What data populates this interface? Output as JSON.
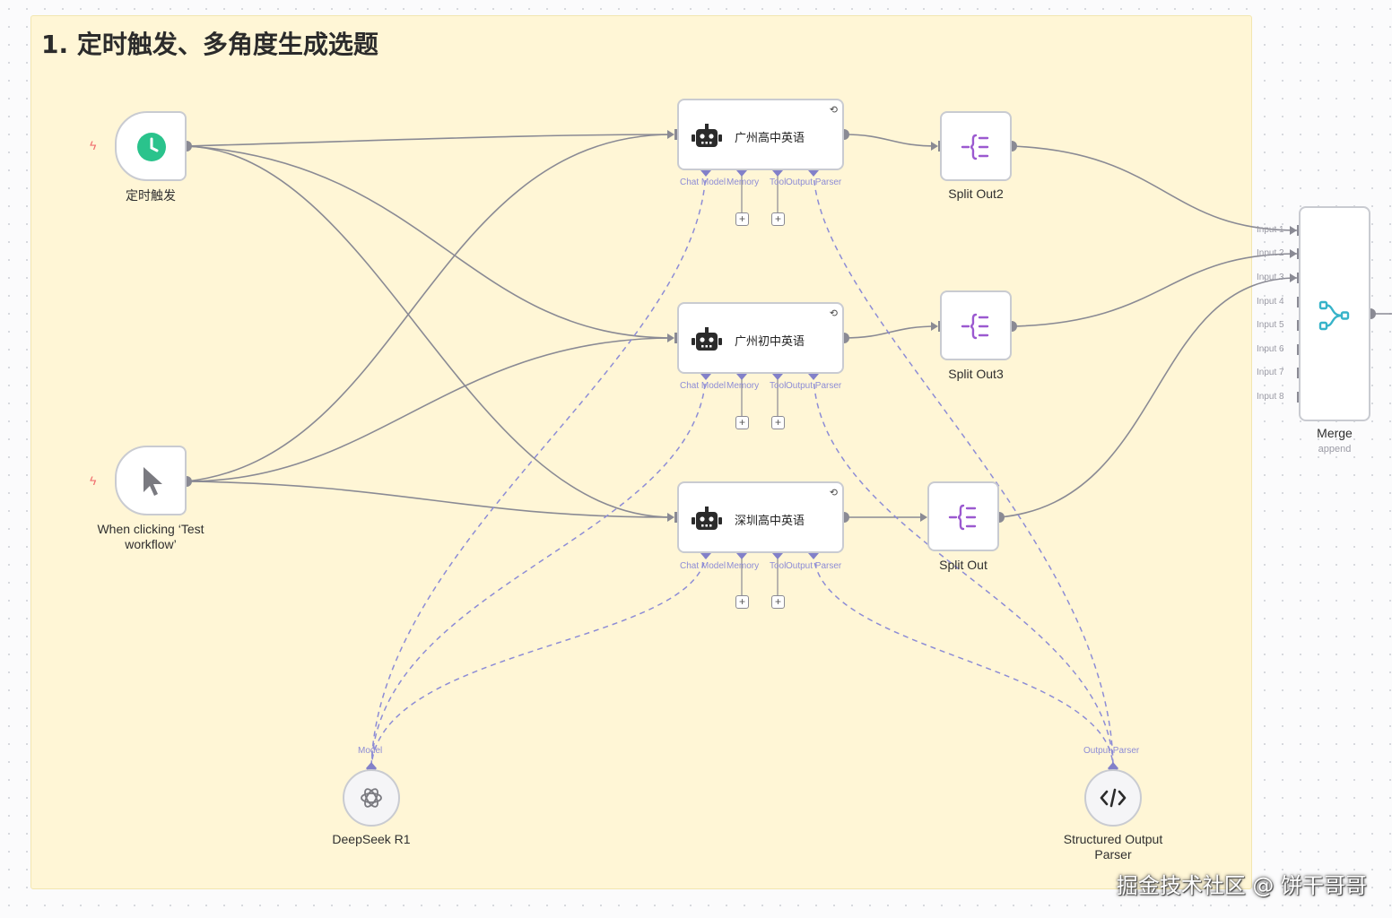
{
  "sticky": {
    "title": "1. 定时触发、多角度生成选题"
  },
  "nodes": {
    "schedule_trigger": {
      "label": "定时触发",
      "icon": "clock-icon",
      "color": "#2ac38c"
    },
    "manual_trigger": {
      "label_line1": "When clicking ‘Test",
      "label_line2": "workflow’",
      "icon": "cursor-icon"
    },
    "agent1": {
      "title": "广州高中英语"
    },
    "agent2": {
      "title": "广州初中英语"
    },
    "agent3": {
      "title": "深圳高中英语"
    },
    "split_out2": {
      "label": "Split Out2"
    },
    "split_out3": {
      "label": "Split Out3"
    },
    "split_out": {
      "label": "Split Out"
    },
    "merge": {
      "label": "Merge",
      "sub": "append",
      "inputs": [
        "Input 1",
        "Input 2",
        "Input 3",
        "Input 4",
        "Input 5",
        "Input 6",
        "Input 7",
        "Input 8"
      ]
    },
    "deepseek": {
      "label": "DeepSeek R1",
      "port": "Model"
    },
    "parser": {
      "label_line1": "Structured Output",
      "label_line2": "Parser",
      "port": "Output Parser"
    }
  },
  "agent_ports": {
    "chat_model": "Chat Model",
    "memory": "Memory",
    "tool": "Tool",
    "output_parser": "Output Parser"
  },
  "colors": {
    "sticky": "#fff6d6",
    "edge": "#8a8a94",
    "sub_edge": "#8d8cd6",
    "split_icon": "#9b59d0",
    "merge_icon": "#37b3c9"
  },
  "watermark": "掘金技术社区 @ 饼干哥哥"
}
